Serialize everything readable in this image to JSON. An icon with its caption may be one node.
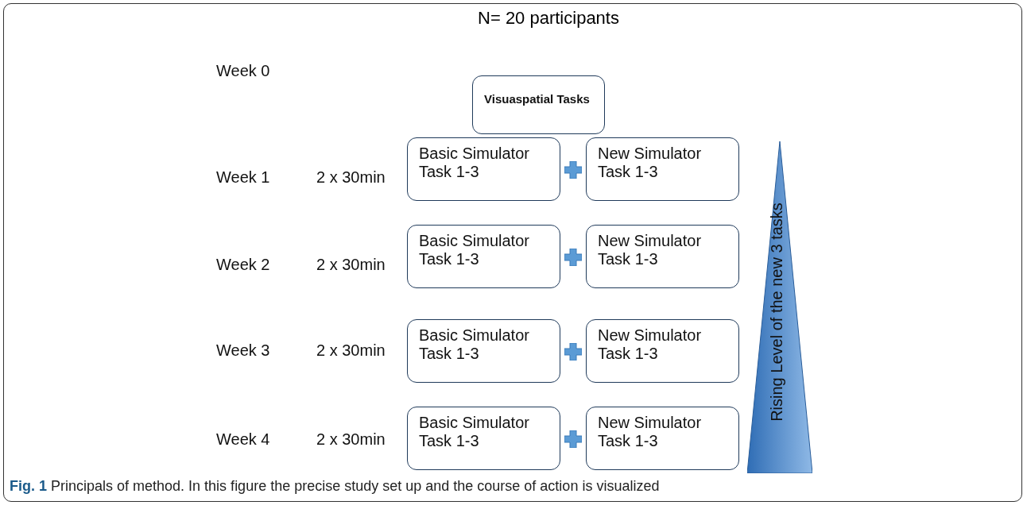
{
  "diagram": {
    "title": "N= 20 participants",
    "caption": "**Fig. 1** Principals of method. In this figure the precise study set up and the course of action is visualized",
    "nodes": [
      {
        "text": [
          "Visuaspatial Tasks"
        ]
      },
      {
        "text": [
          "Basic Simulator Task 1-3"
        ]
      },
      {
        "text": [
          "New Simulator Task 1-3"
        ]
      },
      {
        "text": [
          "Basic Simulator Task 1-3"
        ]
      },
      {
        "text": [
          "New Simulator Task 1-3"
        ]
      },
      {
        "text": [
          "Basic Simulator Task 1-3"
        ]
      },
      {
        "text": [
          "New Simulator Task 1-3"
        ]
      },
      {
        "text": [
          "Basic Simulator Task 1-3"
        ]
      },
      {
        "text": [
          "New Simulator Task 1-3"
        ]
      },
      {
        "text": [
          "Rising Level of the new 3 tasks"
        ]
      }
    ],
    "edges": [],
    "labels": [
      "Week 0",
      "Week 1",
      "2 x 30min",
      "Week 2",
      "2 x 30min",
      "Week 3",
      "2 x 30min",
      "Week 4",
      "2 x 30min"
    ]
  }
}
